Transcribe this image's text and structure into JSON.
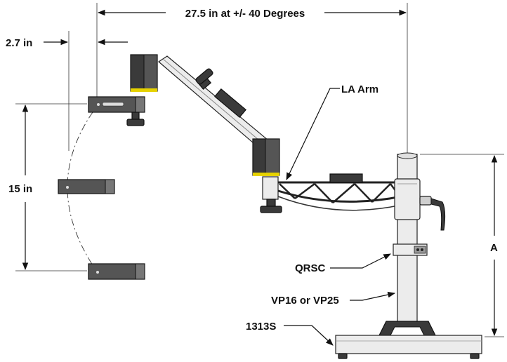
{
  "labels": {
    "reach": "27.5 in at +/- 40 Degrees",
    "offset": "2.7 in",
    "vertical_travel": "15 in",
    "la_arm": "LA Arm",
    "height": "A",
    "qrsc": "QRSC",
    "post": "VP16 or VP25",
    "base": "1313S"
  }
}
